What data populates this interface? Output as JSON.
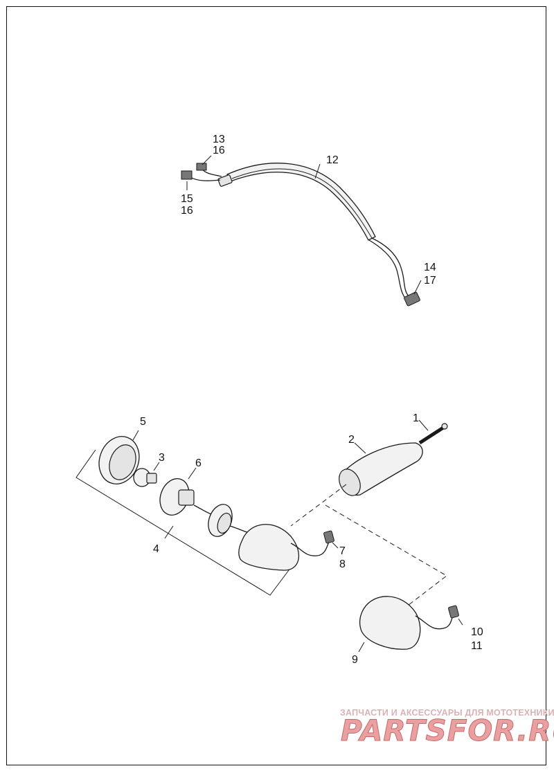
{
  "callouts": {
    "c1": "1",
    "c2": "2",
    "c3": "3",
    "c4": "4",
    "c5": "5",
    "c6": "6",
    "c7": "7",
    "c8": "8",
    "c9": "9",
    "c10": "10",
    "c11": "11",
    "c12": "12",
    "c13": "13",
    "c16a": "16",
    "c15": "15",
    "c16b": "16",
    "c14": "14",
    "c17": "17"
  },
  "watermark": {
    "tagline": "ЗАПЧАСТИ И АКСЕССУАРЫ ДЛЯ МОТОТЕХНИКИ",
    "logo": "PARTSFOR.RU"
  }
}
